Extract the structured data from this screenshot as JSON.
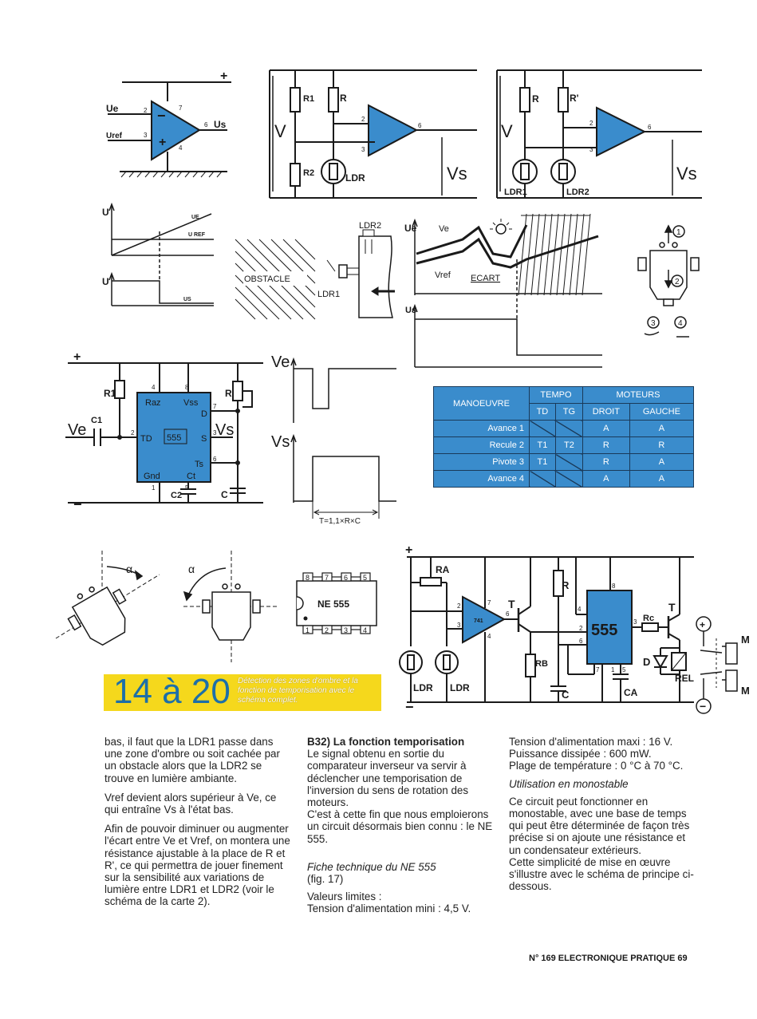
{
  "fig1": {
    "plus": "+",
    "ue": "Ue",
    "uref": "Uref",
    "us": "Us",
    "pin2": "2",
    "pin3": "3",
    "pin4": "4",
    "pin6": "6",
    "pin7": "7",
    "minus_sign": "−",
    "plus_sign": "+"
  },
  "fig2": {
    "r1": "R1",
    "r": "R",
    "r2": "R2",
    "ldr": "LDR",
    "v": "V",
    "vs": "Vs",
    "pin2": "2",
    "pin3": "3",
    "pin6": "6"
  },
  "fig3": {
    "r": "R",
    "rprime": "R'",
    "ldr1": "LDR1",
    "ldr2": "LDR2",
    "v": "V",
    "vs": "Vs",
    "pin2": "2",
    "pin3": "3",
    "pin6": "6"
  },
  "fig4": {
    "u_top": "U",
    "ue": "UE",
    "uref": "U REF",
    "u_bottom": "U",
    "us": "US"
  },
  "fig5": {
    "obstacle": "OBSTACLE",
    "ldr2": "LDR2",
    "ldr1": "LDR1"
  },
  "fig6": {
    "ue_axis": "Ue",
    "ve": "Ve",
    "vref": "Vref",
    "ecart": "ECART",
    "us_axis": "Us"
  },
  "fig7": {
    "n1": "1",
    "n2": "2",
    "n3": "3",
    "n4": "4"
  },
  "fig8": {
    "plus": "+",
    "minus": "−",
    "r1": "R1",
    "r": "R",
    "ve": "Ve",
    "c1": "C1",
    "vs": "Vs",
    "raz": "Raz",
    "vss": "Vss",
    "d": "D",
    "td": "TD",
    "chip": "555",
    "s": "S",
    "ts": "Ts",
    "gnd": "Gnd",
    "ct": "Ct",
    "c2": "C2",
    "c": "C",
    "p1": "1",
    "p2": "2",
    "p3": "3",
    "p4": "4",
    "p5": "5",
    "p6": "6",
    "p7": "7",
    "p8": "8"
  },
  "fig9": {
    "ve": "Ve",
    "vs": "Vs",
    "formula": "T=1,1×R×C"
  },
  "table": {
    "headers": [
      "MANOEUVRE",
      "TEMPO",
      "MOTEURS"
    ],
    "subheaders": [
      "TD",
      "TG",
      "DROIT",
      "GAUCHE"
    ],
    "rows": [
      {
        "name": "Avance 1",
        "td": "",
        "tg": "",
        "droit": "A",
        "gauche": "A"
      },
      {
        "name": "Recule 2",
        "td": "T1",
        "tg": "T2",
        "droit": "R",
        "gauche": "R"
      },
      {
        "name": "Pivote 3",
        "td": "T1",
        "tg": "",
        "droit": "R",
        "gauche": "A"
      },
      {
        "name": "Avance 4",
        "td": "",
        "tg": "",
        "droit": "A",
        "gauche": "A"
      }
    ]
  },
  "fig10": {
    "alpha1": "α",
    "alpha2": "α"
  },
  "fig11": {
    "chip": "NE 555",
    "top_pins": [
      "8",
      "7",
      "6",
      "5"
    ],
    "bottom_pins": [
      "1",
      "2",
      "3",
      "4"
    ]
  },
  "fig12": {
    "plus": "+",
    "minus": "−",
    "ra": "RA",
    "t1": "T",
    "r": "R",
    "rb": "RB",
    "c": "C",
    "ca": "CA",
    "ldr1": "LDR",
    "ldr2": "LDR",
    "op": "741",
    "chip": "555",
    "rc": "Rc",
    "t2": "T",
    "d": "D",
    "rel": "REL",
    "m1": "M",
    "m2": "M",
    "plus_circle": "+",
    "minus_circle": "−",
    "op_pins": [
      "2",
      "3",
      "4",
      "6",
      "7"
    ],
    "chip_pins": [
      "4",
      "8",
      "2",
      "6",
      "7",
      "1",
      "5",
      "3"
    ]
  },
  "banner": {
    "number": "14 à 20",
    "caption": "Détection des zones d'ombre et la fonction de temporisation avec le schéma complet."
  },
  "text": {
    "col1_p1": "bas, il faut que la LDR1 passe dans une zone d'ombre ou soit cachée par un obstacle alors que la LDR2 se trouve en lumière ambiante.",
    "col1_p2": "Vref devient alors supérieur à Ve, ce qui entraîne Vs à l'état bas.",
    "col1_p3": "Afin de pouvoir diminuer ou augmenter l'écart entre Ve et Vref, on montera une résistance ajustable à la place de R et R', ce qui permettra de jouer finement sur la sensibilité aux variations de lumière entre LDR1 et LDR2 (voir le schéma de la carte 2).",
    "col2_h1": "B32) La fonction temporisation",
    "col2_p1": "Le signal obtenu en sortie du comparateur inverseur va servir à déclencher une temporisation de l'inversion du sens de rotation des moteurs.",
    "col2_p2": "C'est à cette fin que nous emploierons un circuit désormais bien connu : le NE 555.",
    "col2_h2": "Fiche technique du NE 555",
    "col2_h2b": "(fig. 17)",
    "col2_h3": "Valeurs limites :",
    "col2_p3": "Tension d'alimentation mini : 4,5 V.",
    "col3_p1": "Tension d'alimentation maxi : 16 V.",
    "col3_p2": "Puissance dissipée : 600 mW.",
    "col3_p3": "Plage de température : 0 °C à 70 °C.",
    "col3_h1": "Utilisation en monostable",
    "col3_p4": "Ce circuit peut fonctionner en monostable, avec une base de temps qui peut être déterminée de façon très précise si on ajoute une résistance et un condensateur extérieurs.",
    "col3_p5": "Cette simplicité de mise en œuvre s'illustre avec le schéma de principe ci-dessous."
  },
  "footer": "N° 169 ELECTRONIQUE PRATIQUE 69",
  "colors": {
    "blue": "#3a8ccc",
    "banner": "#f5d81c",
    "ink": "#1a1a1a"
  }
}
